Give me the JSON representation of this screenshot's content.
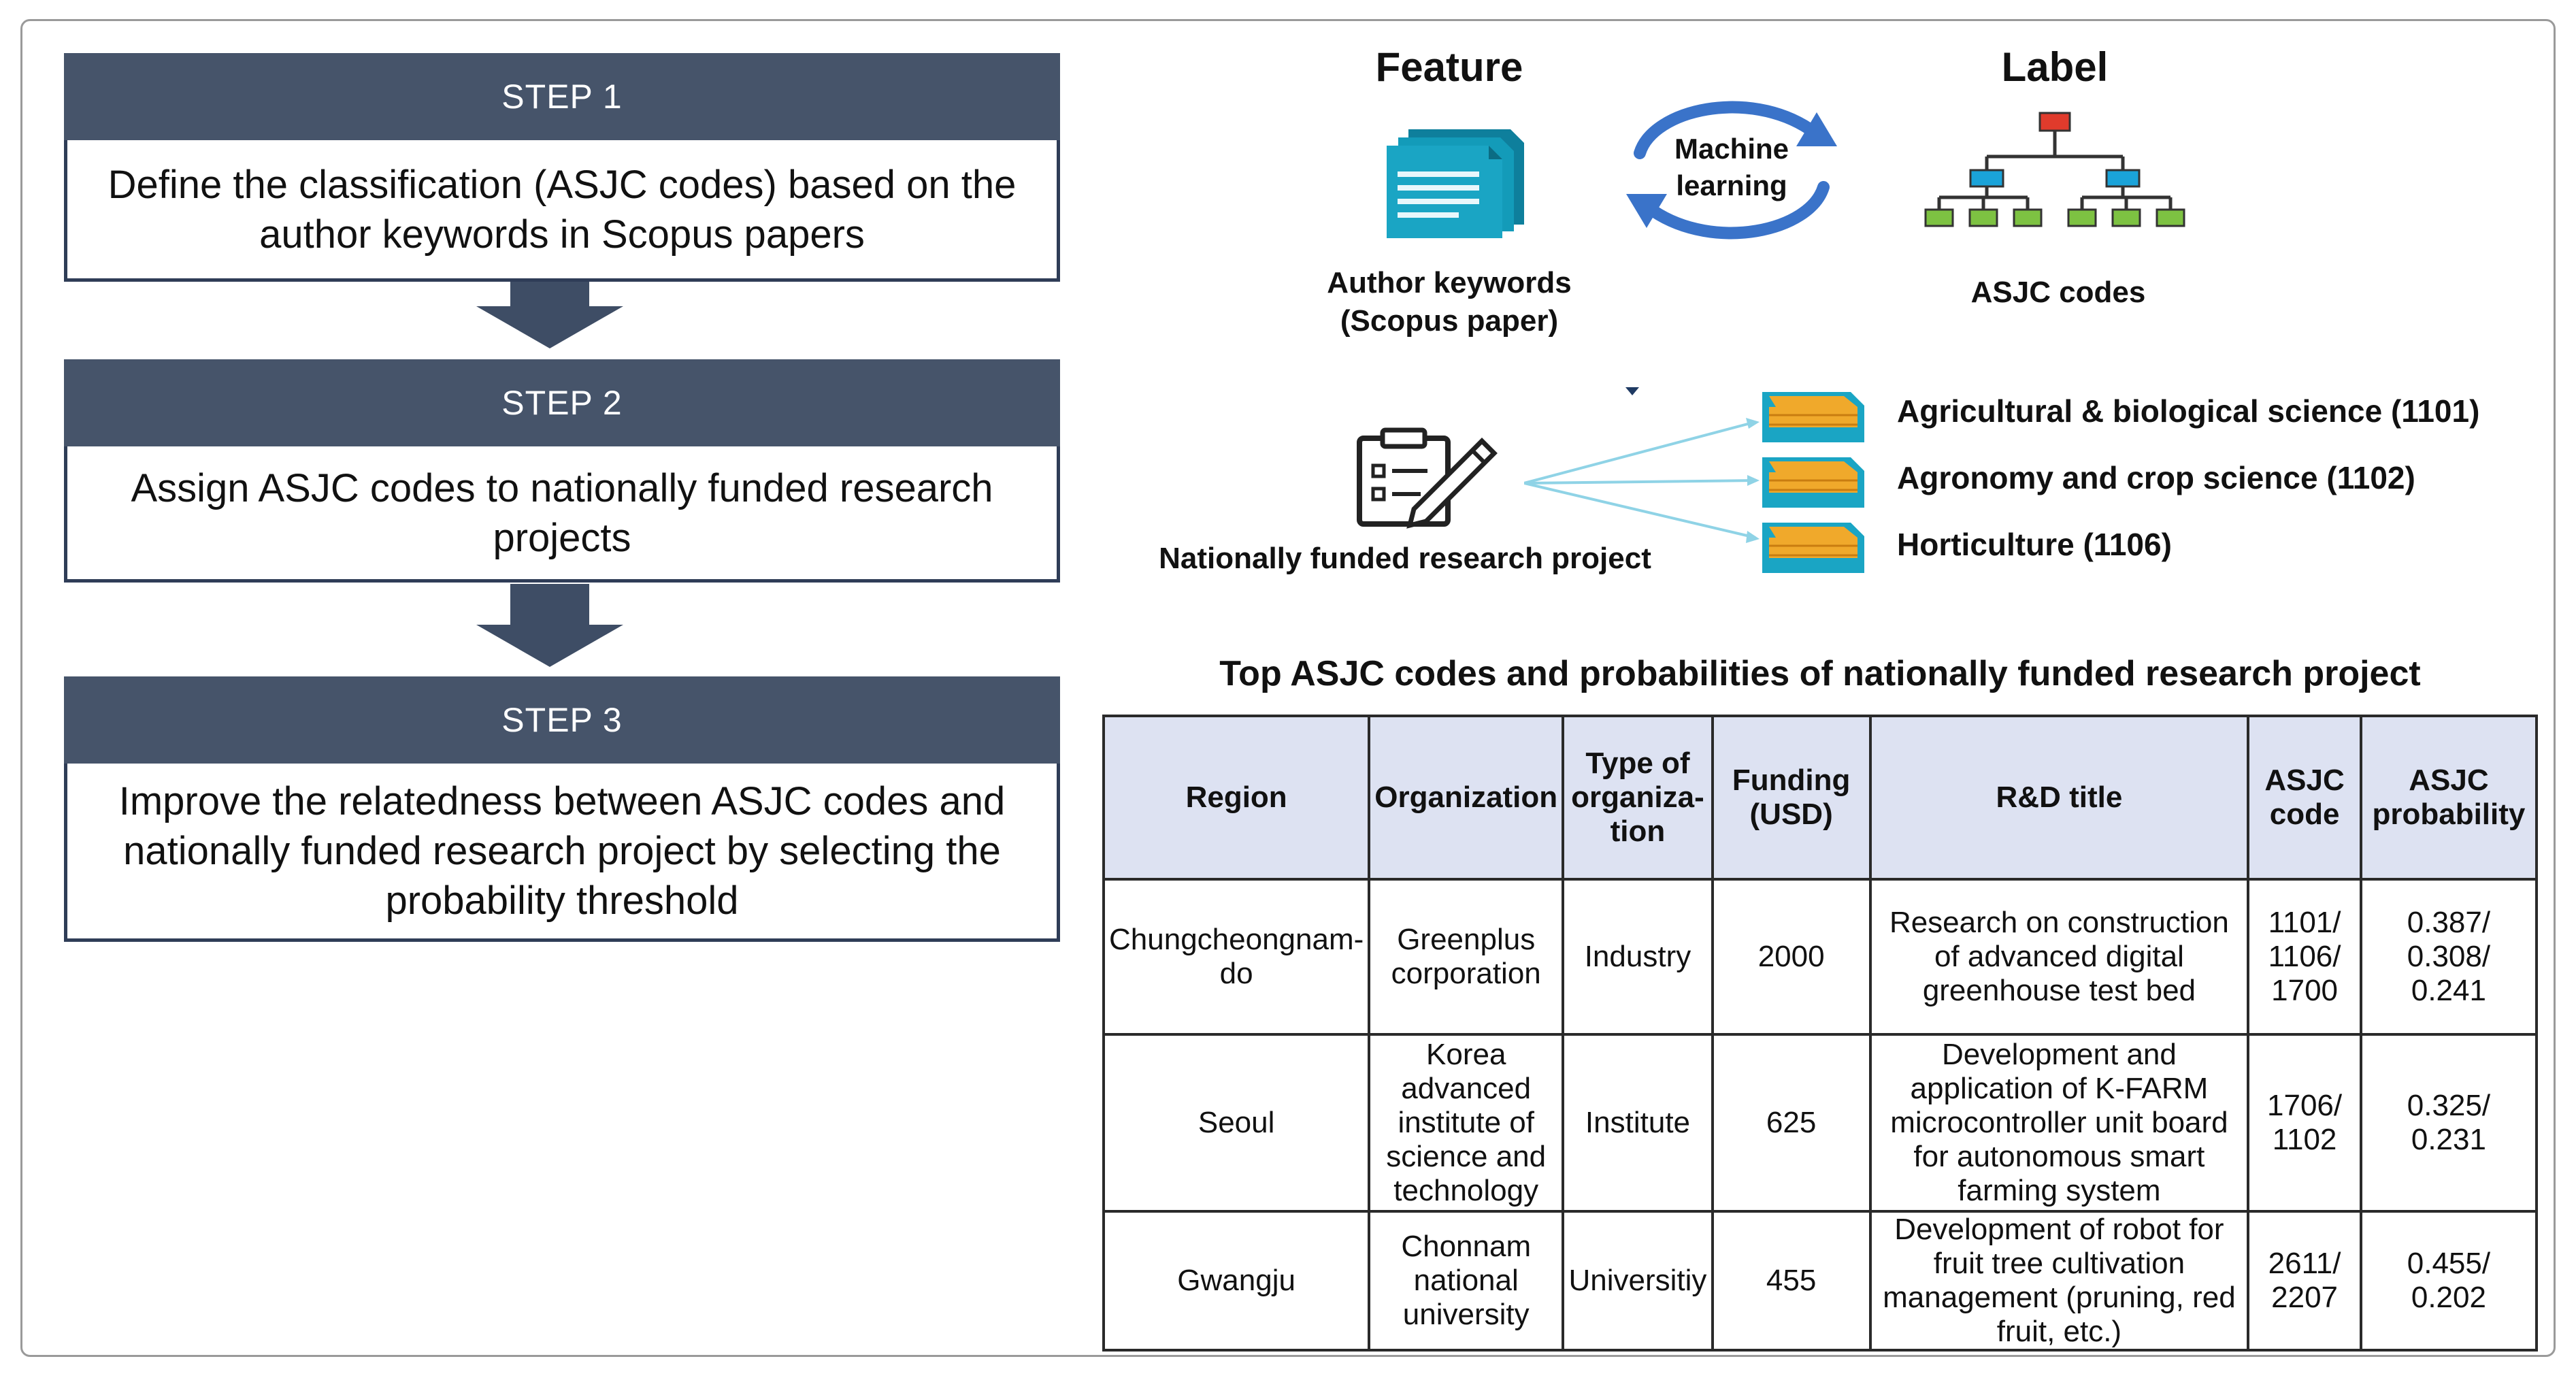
{
  "steps": [
    {
      "title": "STEP 1",
      "text": "Define the classification (ASJC codes) based on the author keywords in Scopus papers"
    },
    {
      "title": "STEP 2",
      "text": "Assign ASJC codes to nationally funded research projects"
    },
    {
      "title": "STEP 3",
      "text": "Improve the relatedness between ASJC codes and nationally funded research project by selecting the probability threshold"
    }
  ],
  "diagram": {
    "feature_title": "Feature",
    "label_title": "Label",
    "ml_text_line1": "Machine",
    "ml_text_line2": "learning",
    "feature_caption_line1": "Author keywords",
    "feature_caption_line2": "(Scopus paper)",
    "label_caption": "ASJC codes",
    "project_caption": "Nationally funded research project",
    "categories": [
      "Agricultural & biological science (1101)",
      "Agronomy and crop science (1102)",
      "Horticulture (1106)"
    ]
  },
  "table": {
    "title": "Top ASJC codes and probabilities of nationally funded research project",
    "headers": [
      "Region",
      "Organization",
      "Type of organiza-tion",
      "Funding (USD)",
      "R&D title",
      "ASJC code",
      "ASJC probability"
    ],
    "rows": [
      [
        "Chungcheongnam-do",
        "Greenplus corporation",
        "Industry",
        "2000",
        "Research on construction of advanced digital greenhouse test bed",
        "1101/ 1106/ 1700",
        "0.387/ 0.308/ 0.241"
      ],
      [
        "Seoul",
        "Korea advanced institute of science and technology",
        "Institute",
        "625",
        "Development and application of K-FARM microcontroller unit board for autonomous smart farming system",
        "1706/ 1102",
        "0.325/ 0.231"
      ],
      [
        "Gwangju",
        "Chonnam national university",
        "Universitiy",
        "455",
        "Development of robot for fruit tree cultivation management (pruning, red fruit, etc.)",
        "2611/ 2207",
        "0.455/ 0.202"
      ]
    ]
  },
  "colors": {
    "step_header": "#46546a",
    "step_border": "#2f3d57",
    "table_header": "#dde2f2",
    "icon_teal": "#1aa5c4",
    "icon_orange": "#f0a92b",
    "node_red": "#e03b2c",
    "node_blue": "#1aa3d9",
    "node_green": "#7dc242",
    "cycle_blue": "#3a73c9"
  }
}
